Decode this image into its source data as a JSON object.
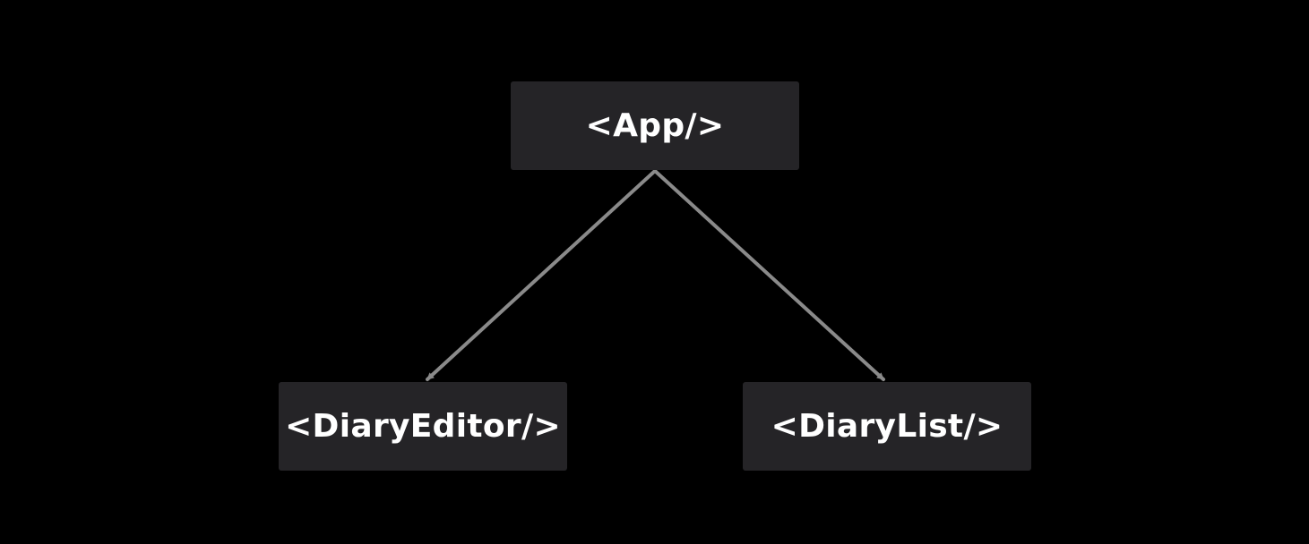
{
  "colors": {
    "background": "#000000",
    "node_fill": "#252427",
    "node_text": "#ffffff",
    "connector": "#8a8a8a"
  },
  "nodes": {
    "app": {
      "label": "<App/>"
    },
    "diary_editor": {
      "label": "<DiaryEditor/>"
    },
    "diary_list": {
      "label": "<DiaryList/>"
    }
  },
  "edges": [
    {
      "from": "app",
      "to": "diary_editor"
    },
    {
      "from": "app",
      "to": "diary_list"
    }
  ]
}
